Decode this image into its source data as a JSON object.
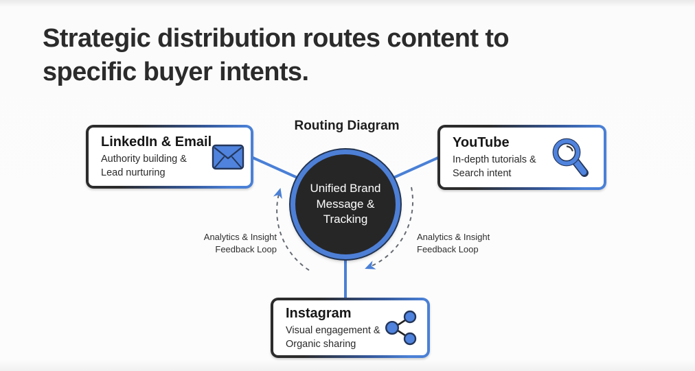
{
  "title": "Strategic distribution routes content to specific buyer intents.",
  "diagram": {
    "label": "Routing Diagram",
    "hub": {
      "label": "Unified Brand Message & Tracking"
    },
    "nodes": [
      {
        "id": "linkedin-email",
        "title": "LinkedIn & Email",
        "subtitle": "Authority building & Lead nurturing",
        "icon": "envelope-icon"
      },
      {
        "id": "youtube",
        "title": "YouTube",
        "subtitle": "In-depth tutorials & Search intent",
        "icon": "magnifier-icon"
      },
      {
        "id": "instagram",
        "title": "Instagram",
        "subtitle": "Visual engagement & Organic sharing",
        "icon": "share-icon"
      }
    ],
    "feedback_left": "Analytics & Insight Feedback Loop",
    "feedback_right": "Analytics & Insight Feedback Loop"
  },
  "colors": {
    "accent_blue": "#4a80d6",
    "dark_ink": "#2b2b2b",
    "hub_fill": "#262626",
    "dashed_gray": "#666b73",
    "box_fill": "#ffffff"
  }
}
